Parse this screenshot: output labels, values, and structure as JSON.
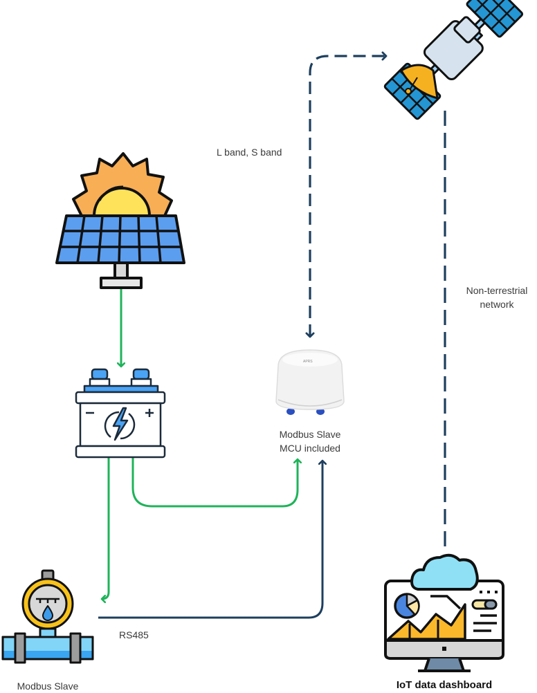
{
  "diagram": {
    "title": "Satellite IoT Modbus monitoring architecture",
    "colors": {
      "power_line": "#1fb35a",
      "data_line": "#1e3f5e",
      "outline": "#111111",
      "panel_blue": "#5b9ef0",
      "sun_yellow": "#fde25a",
      "sun_orange": "#f7ae55",
      "satellite_blue": "#2596d4",
      "satellite_body": "#d6e3ee",
      "dish_orange": "#f6b120",
      "battery_blue": "#4aa3f5",
      "meter_yellow": "#f8c21b",
      "pipe_blue": "#82d5f7",
      "cloud_blue": "#8fe0f5",
      "chart_yellow": "#fbb82b"
    },
    "nodes": [
      {
        "id": "satellite",
        "icon": "satellite-icon",
        "label": ""
      },
      {
        "id": "solar",
        "icon": "solar-panel-icon",
        "label": ""
      },
      {
        "id": "battery",
        "icon": "battery-icon",
        "label": ""
      },
      {
        "id": "gateway",
        "icon": "iot-gateway-icon",
        "label_lines": [
          "Modbus Slave",
          "MCU included"
        ]
      },
      {
        "id": "meter",
        "icon": "water-meter-icon",
        "label": "Modbus Slave"
      },
      {
        "id": "dashboard",
        "icon": "dashboard-monitor-icon",
        "label": "IoT data dashboard"
      }
    ],
    "edges": [
      {
        "from": "solar",
        "to": "battery",
        "style": "solid",
        "kind": "power",
        "label": ""
      },
      {
        "from": "battery",
        "to": "gateway",
        "style": "solid",
        "kind": "power",
        "label": ""
      },
      {
        "from": "battery",
        "to": "meter",
        "style": "solid",
        "kind": "power",
        "label": ""
      },
      {
        "from": "meter",
        "to": "gateway",
        "style": "solid",
        "kind": "data",
        "label": "RS485"
      },
      {
        "from": "gateway",
        "to": "satellite",
        "style": "dashed",
        "kind": "data",
        "label": "L band, S band",
        "bidirectional": true
      },
      {
        "from": "satellite",
        "to": "dashboard",
        "style": "dashed",
        "kind": "data",
        "label_lines": [
          "Non-terrestrial",
          "network"
        ]
      }
    ]
  }
}
